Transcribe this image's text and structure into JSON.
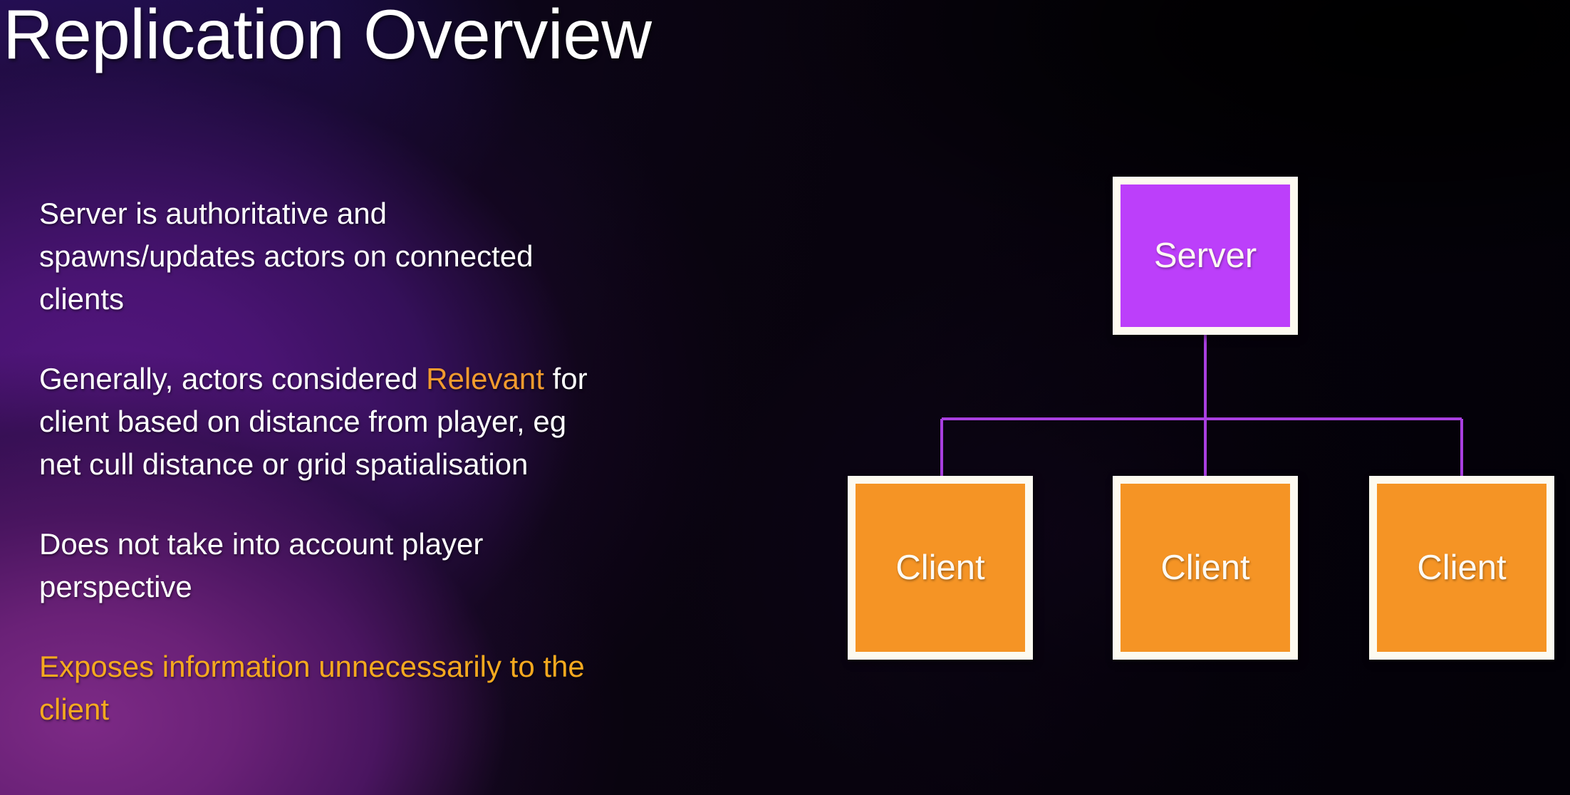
{
  "slide": {
    "title": "Replication Overview",
    "colors": {
      "server_fill": "#bc3ffa",
      "client_fill": "#f59425",
      "node_border": "#fdfaf0",
      "connector": "#a93fe0",
      "accent_orange": "#f5a91f",
      "highlight_orange": "#f29b2e",
      "body_text": "#ffffff",
      "background_indigo": "#24105a",
      "background_violet": "#4a1473",
      "background_magenta": "#6a2177"
    }
  },
  "body": {
    "paragraphs": [
      {
        "id": "authority",
        "segments": [
          {
            "text": "Server is authoritative and spawns/updates actors on connected clients",
            "style": "normal"
          }
        ]
      },
      {
        "id": "relevancy",
        "segments": [
          {
            "text": "Generally, actors considered ",
            "style": "normal"
          },
          {
            "text": "Relevant",
            "style": "highlight"
          },
          {
            "text": " for client based on distance from player, eg net cull distance or grid spatialisation",
            "style": "normal"
          }
        ]
      },
      {
        "id": "perspective",
        "segments": [
          {
            "text": "Does not take into account player perspective",
            "style": "normal"
          }
        ]
      },
      {
        "id": "exposure",
        "segments": [
          {
            "text": "Exposes information unnecessarily to the client",
            "style": "accent"
          }
        ]
      }
    ]
  },
  "diagram": {
    "type": "tree",
    "root": {
      "label": "Server",
      "role": "server"
    },
    "children": [
      {
        "label": "Client",
        "role": "client"
      },
      {
        "label": "Client",
        "role": "client"
      },
      {
        "label": "Client",
        "role": "client"
      }
    ]
  }
}
